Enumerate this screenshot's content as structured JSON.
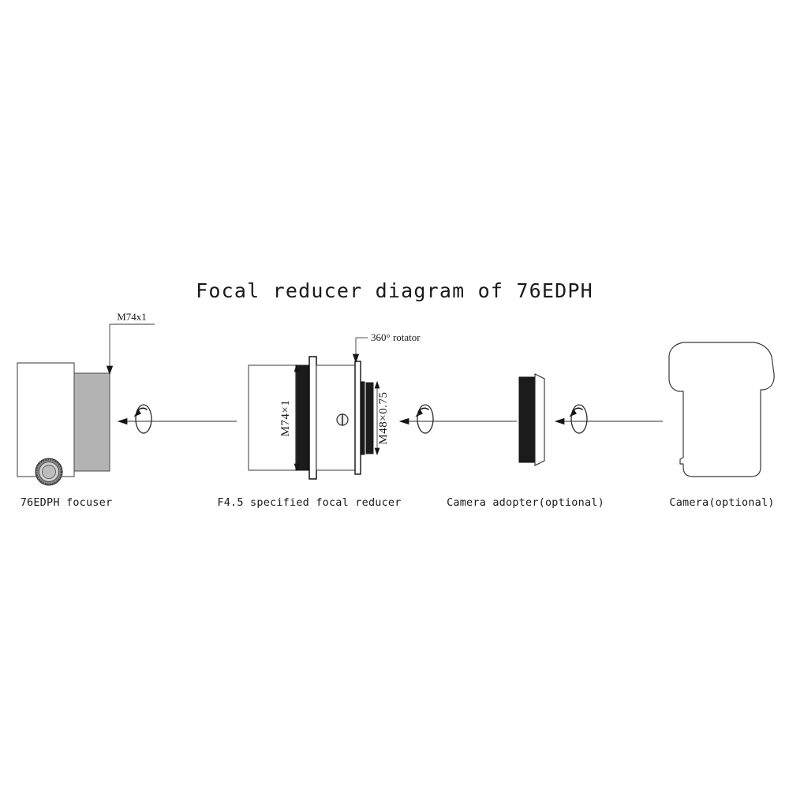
{
  "figure": {
    "title": "Focal reducer diagram of 76EDPH",
    "type": "exploded assembly diagram",
    "background_color": "#ffffff",
    "line_color": "#2b2b2b"
  },
  "components": [
    {
      "id": "focuser",
      "caption": "76EDPH focuser",
      "callout_label": "M74x1",
      "parts": [
        "white barrel body",
        "gray threaded drawtube",
        "focus knob"
      ],
      "colors": {
        "body": "#ffffff",
        "thread_section": "#b3b3b3"
      }
    },
    {
      "id": "reducer",
      "caption": "F4.5 specified focal reducer",
      "callout_label": "360° rotator",
      "dimension_left": "M74×1",
      "dimension_right": "M48×0.75",
      "parts": [
        "white barrel",
        "black M74 thread band",
        "rotator flange",
        "set screw",
        "black M48 thread nose"
      ],
      "colors": {
        "body": "#ffffff",
        "threads": "#161616"
      }
    },
    {
      "id": "adapter",
      "caption": "Camera adopter(optional)",
      "parts": [
        "black ring body",
        "white mount plate"
      ],
      "colors": {
        "body": "#161616"
      }
    },
    {
      "id": "camera",
      "caption": "Camera(optional)",
      "parts": [
        "camera body outline silhouette"
      ],
      "colors": {
        "outline": "#2b2b2b"
      }
    }
  ],
  "connectors": [
    {
      "id": "arrow-1",
      "symbol": "rotation-arrow",
      "direction": "left",
      "between": [
        "reducer",
        "focuser"
      ]
    },
    {
      "id": "arrow-2",
      "symbol": "rotation-arrow",
      "direction": "left",
      "between": [
        "adapter",
        "reducer"
      ]
    },
    {
      "id": "arrow-3",
      "symbol": "rotation-arrow",
      "direction": "left",
      "between": [
        "camera",
        "adapter"
      ]
    }
  ],
  "chart_data": {
    "type": "table",
    "title": "Focal reducer diagram of 76EDPH",
    "categories": [
      "76EDPH focuser",
      "F4.5 specified focal reducer",
      "Camera adopter(optional)",
      "Camera(optional)"
    ],
    "annotations": [
      "M74x1",
      "360° rotator",
      "M74×1",
      "M48×0.75"
    ]
  }
}
